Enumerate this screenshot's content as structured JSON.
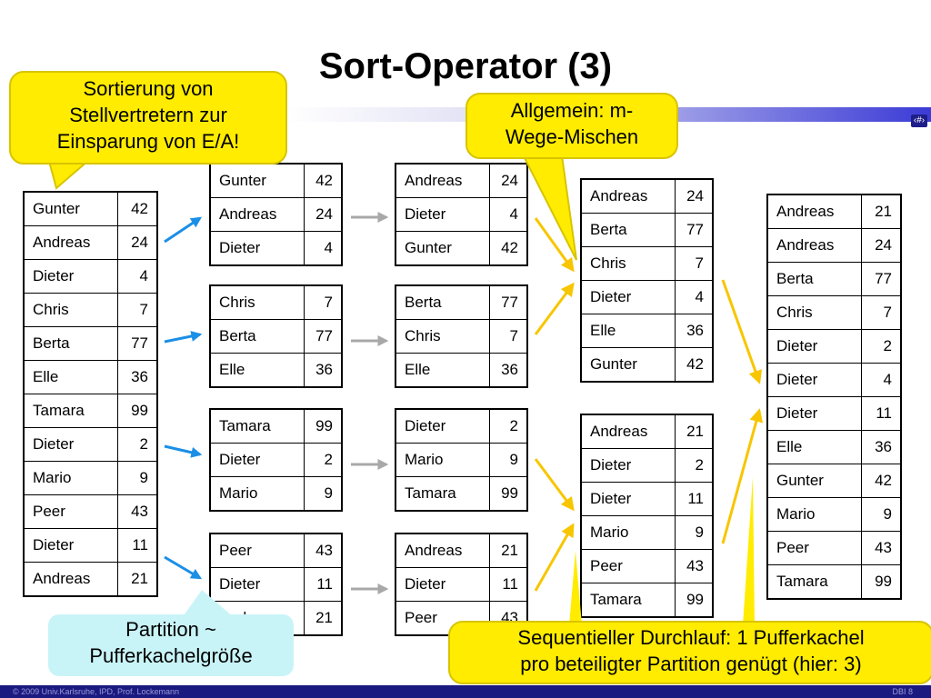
{
  "title": "Sort-Operator (3)",
  "page_badge": "‹#›",
  "callouts": {
    "left": [
      "Sortierung von",
      "Stellvertretern zur",
      "Einsparung von E/A!"
    ],
    "merge": [
      "Allgemein: m-",
      "Wege-Mischen"
    ],
    "partition": [
      "Partition ~",
      "Pufferkachelgröße"
    ],
    "sequential": [
      "Sequentieller Durchlauf: 1 Pufferkachel",
      "pro beteiligter Partition genügt (hier: 3)"
    ]
  },
  "tables": {
    "input": [
      [
        "Gunter",
        "42"
      ],
      [
        "Andreas",
        "24"
      ],
      [
        "Dieter",
        "4"
      ],
      [
        "Chris",
        "7"
      ],
      [
        "Berta",
        "77"
      ],
      [
        "Elle",
        "36"
      ],
      [
        "Tamara",
        "99"
      ],
      [
        "Dieter",
        "2"
      ],
      [
        "Mario",
        "9"
      ],
      [
        "Peer",
        "43"
      ],
      [
        "Dieter",
        "11"
      ],
      [
        "Andreas",
        "21"
      ]
    ],
    "p1": [
      [
        "Gunter",
        "42"
      ],
      [
        "Andreas",
        "24"
      ],
      [
        "Dieter",
        "4"
      ]
    ],
    "p2": [
      [
        "Chris",
        "7"
      ],
      [
        "Berta",
        "77"
      ],
      [
        "Elle",
        "36"
      ]
    ],
    "p3": [
      [
        "Tamara",
        "99"
      ],
      [
        "Dieter",
        "2"
      ],
      [
        "Mario",
        "9"
      ]
    ],
    "p4": [
      [
        "Peer",
        "43"
      ],
      [
        "Dieter",
        "11"
      ],
      [
        "Andreas",
        "21"
      ]
    ],
    "s1": [
      [
        "Andreas",
        "24"
      ],
      [
        "Dieter",
        "4"
      ],
      [
        "Gunter",
        "42"
      ]
    ],
    "s2": [
      [
        "Berta",
        "77"
      ],
      [
        "Chris",
        "7"
      ],
      [
        "Elle",
        "36"
      ]
    ],
    "s3": [
      [
        "Dieter",
        "2"
      ],
      [
        "Mario",
        "9"
      ],
      [
        "Tamara",
        "99"
      ]
    ],
    "s4": [
      [
        "Andreas",
        "21"
      ],
      [
        "Dieter",
        "11"
      ],
      [
        "Peer",
        "43"
      ]
    ],
    "m1": [
      [
        "Andreas",
        "24"
      ],
      [
        "Berta",
        "77"
      ],
      [
        "Chris",
        "7"
      ],
      [
        "Dieter",
        "4"
      ],
      [
        "Elle",
        "36"
      ],
      [
        "Gunter",
        "42"
      ]
    ],
    "m2": [
      [
        "Andreas",
        "21"
      ],
      [
        "Dieter",
        "2"
      ],
      [
        "Dieter",
        "11"
      ],
      [
        "Mario",
        "9"
      ],
      [
        "Peer",
        "43"
      ],
      [
        "Tamara",
        "99"
      ]
    ],
    "result": [
      [
        "Andreas",
        "21"
      ],
      [
        "Andreas",
        "24"
      ],
      [
        "Berta",
        "77"
      ],
      [
        "Chris",
        "7"
      ],
      [
        "Dieter",
        "2"
      ],
      [
        "Dieter",
        "4"
      ],
      [
        "Dieter",
        "11"
      ],
      [
        "Elle",
        "36"
      ],
      [
        "Gunter",
        "42"
      ],
      [
        "Mario",
        "9"
      ],
      [
        "Peer",
        "43"
      ],
      [
        "Tamara",
        "99"
      ]
    ]
  },
  "footer": {
    "left": "© 2009 Univ.Karlsruhe, IPD, Prof. Lockemann",
    "right": "DBI 8"
  },
  "colors": {
    "blue_arrow": "#1b8fe6",
    "gray_arrow": "#a8a8a8",
    "yellow_arrow": "#f7c600",
    "callout_yellow": "#ffec00",
    "callout_cyan": "#c9f4f7",
    "footer_bg": "#1a1a80"
  }
}
